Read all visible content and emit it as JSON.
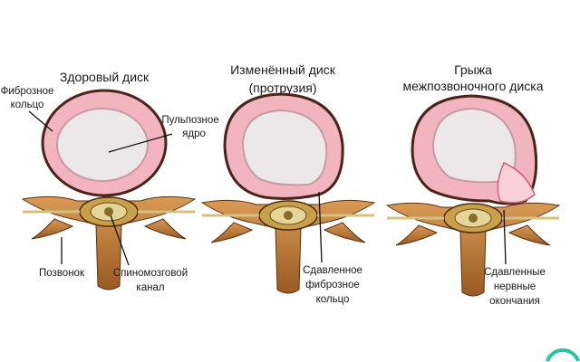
{
  "panels": [
    {
      "title": [
        "Здоровый диск"
      ],
      "labels": {
        "annulus": [
          "Фиброзное",
          "кольцо"
        ],
        "nucleus": [
          "Пульпозное",
          "ядро"
        ],
        "vertebra": "Позвонок",
        "canal": [
          "Спиномозговой",
          "канал"
        ]
      }
    },
    {
      "title": [
        "Изменённый диск",
        "(протрузия)"
      ],
      "labels": {
        "compressed": [
          "Сдавленное",
          "фиброзное",
          "кольцо"
        ]
      }
    },
    {
      "title": [
        "Грыжа",
        "межпозвоночного диска"
      ],
      "labels": {
        "nerves": [
          "Сдавленные",
          "нервные",
          "окончания"
        ]
      }
    }
  ],
  "colors": {
    "annulus": "#f2b5c0",
    "nucleus": "#ece8ea",
    "bone": "#b8732f",
    "outline": "#4a2418",
    "logo": "#22c4a4"
  }
}
